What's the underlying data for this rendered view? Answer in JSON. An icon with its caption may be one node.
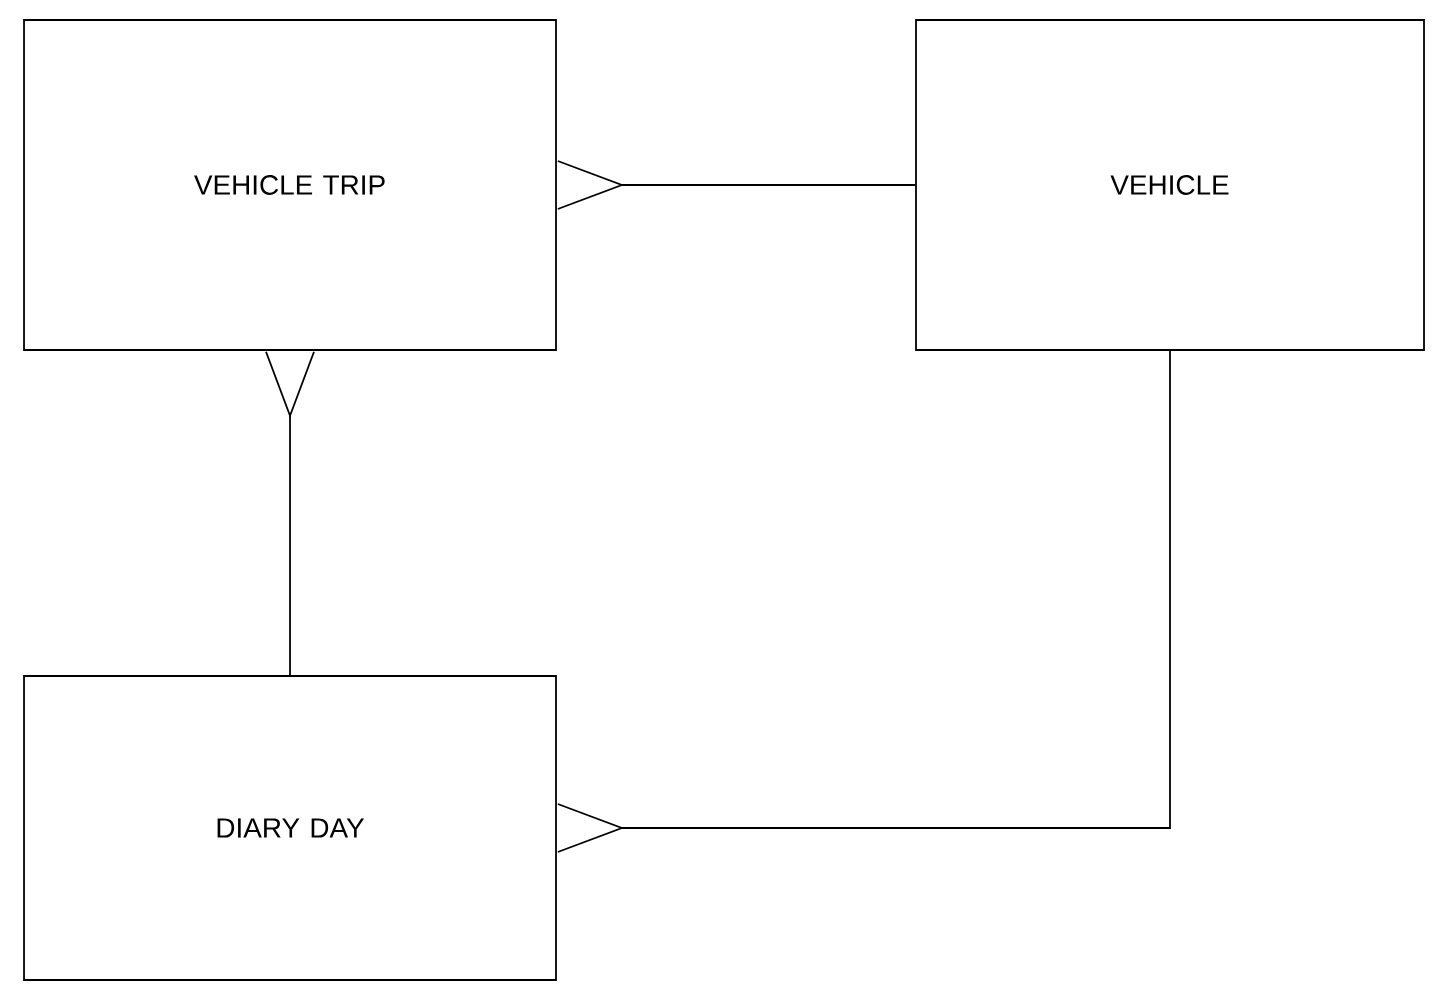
{
  "diagram": {
    "nodes": [
      {
        "text": [
          "VEHICLE TRIP"
        ]
      },
      {
        "text": [
          "VEHICLE"
        ]
      },
      {
        "text": [
          "DIARY DAY"
        ]
      }
    ],
    "edges": [
      {
        "from": 0,
        "to": 1,
        "arrow": "other"
      },
      {
        "from": 0,
        "to": 2,
        "arrow": "other"
      },
      {
        "from": 2,
        "to": 1,
        "arrow": "other"
      }
    ]
  }
}
